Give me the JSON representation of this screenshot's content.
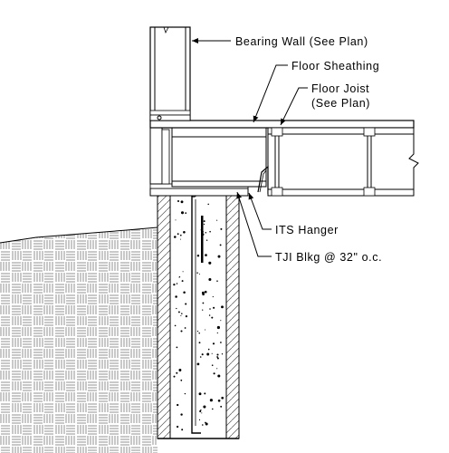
{
  "labels": {
    "bearing_wall": "Bearing Wall (See Plan)",
    "floor_sheathing": "Floor Sheathing",
    "floor_joist_line1": "Floor Joist",
    "floor_joist_line2": "(See Plan)",
    "its_hanger": "ITS Hanger",
    "tji_blocking": "TJI Blkg @ 32\" o.c."
  }
}
